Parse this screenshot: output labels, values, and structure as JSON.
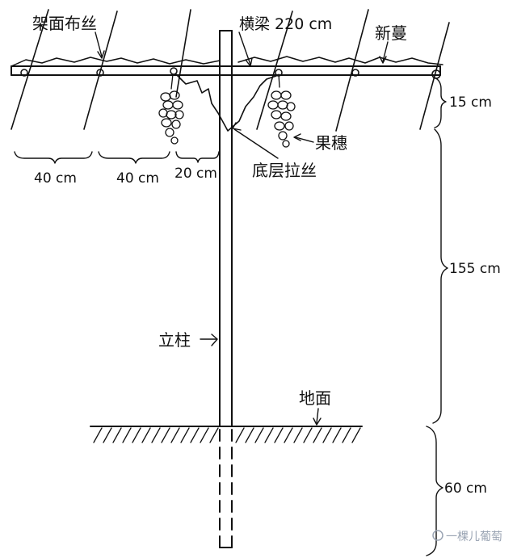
{
  "labels": {
    "trellis_wires": "架面布丝",
    "crossbeam": "横梁 220 cm",
    "new_shoots": "新蔓",
    "fruit_cluster": "果穗",
    "bottom_wire": "底层拉丝",
    "post": "立柱",
    "ground": "地面"
  },
  "dimensions": {
    "spacing_1": "40 cm",
    "spacing_2": "40 cm",
    "spacing_3": "20 cm",
    "height_top": "15 cm",
    "height_mid": "155 cm",
    "depth_below": "60 cm"
  },
  "watermark": "一棵儿葡萄"
}
